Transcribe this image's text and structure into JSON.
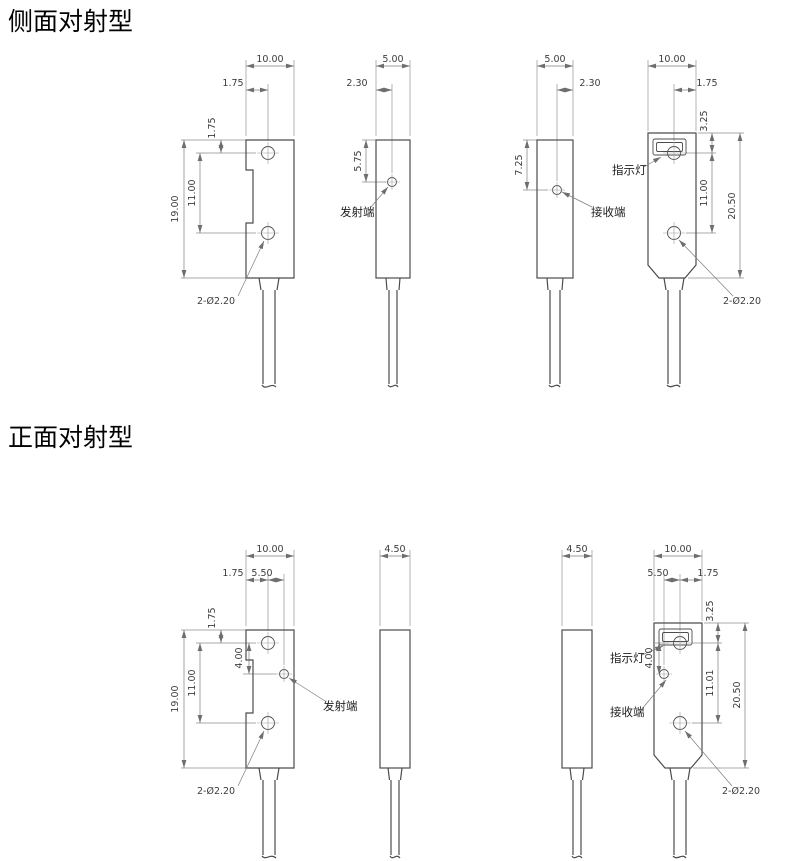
{
  "titles": {
    "side": "侧面对射型",
    "front": "正面对射型"
  },
  "side_type": {
    "emitter_front": {
      "width": "10.00",
      "hole_offset_x": "1.75",
      "hole_offset_y": "1.75",
      "hole_pitch": "11.00",
      "height": "19.00",
      "holes_note": "2-Ø2.20"
    },
    "emitter_side": {
      "width": "5.00",
      "lens_offset_x": "2.30",
      "lens_offset_y": "5.75",
      "label": "发射端"
    },
    "receiver_side": {
      "width": "5.00",
      "lens_offset_x": "2.30",
      "lens_offset_y": "7.25",
      "label": "接收端"
    },
    "receiver_front": {
      "width": "10.00",
      "hole_offset_x": "1.75",
      "hole_offset_top": "3.25",
      "hole_pitch": "11.00",
      "height": "20.50",
      "holes_note": "2-Ø2.20",
      "led_label": "指示灯"
    }
  },
  "front_type": {
    "emitter_front": {
      "width": "10.00",
      "hole_offset_x": "1.75",
      "lens_offset_x": "5.50",
      "hole_offset_y": "1.75",
      "lens_offset_y": "4.00",
      "hole_pitch": "11.00",
      "height": "19.00",
      "holes_note": "2-Ø2.20",
      "label": "发射端"
    },
    "emitter_side": {
      "width": "4.50"
    },
    "receiver_side": {
      "width": "4.50"
    },
    "receiver_front": {
      "width": "10.00",
      "lens_offset_x": "5.50",
      "hole_offset_x": "1.75",
      "hole_offset_top": "3.25",
      "lens_offset_y": "4.00",
      "hole_pitch": "11.01",
      "height": "20.50",
      "holes_note": "2-Ø2.20",
      "led_label": "指示灯",
      "label": "接收端"
    }
  }
}
